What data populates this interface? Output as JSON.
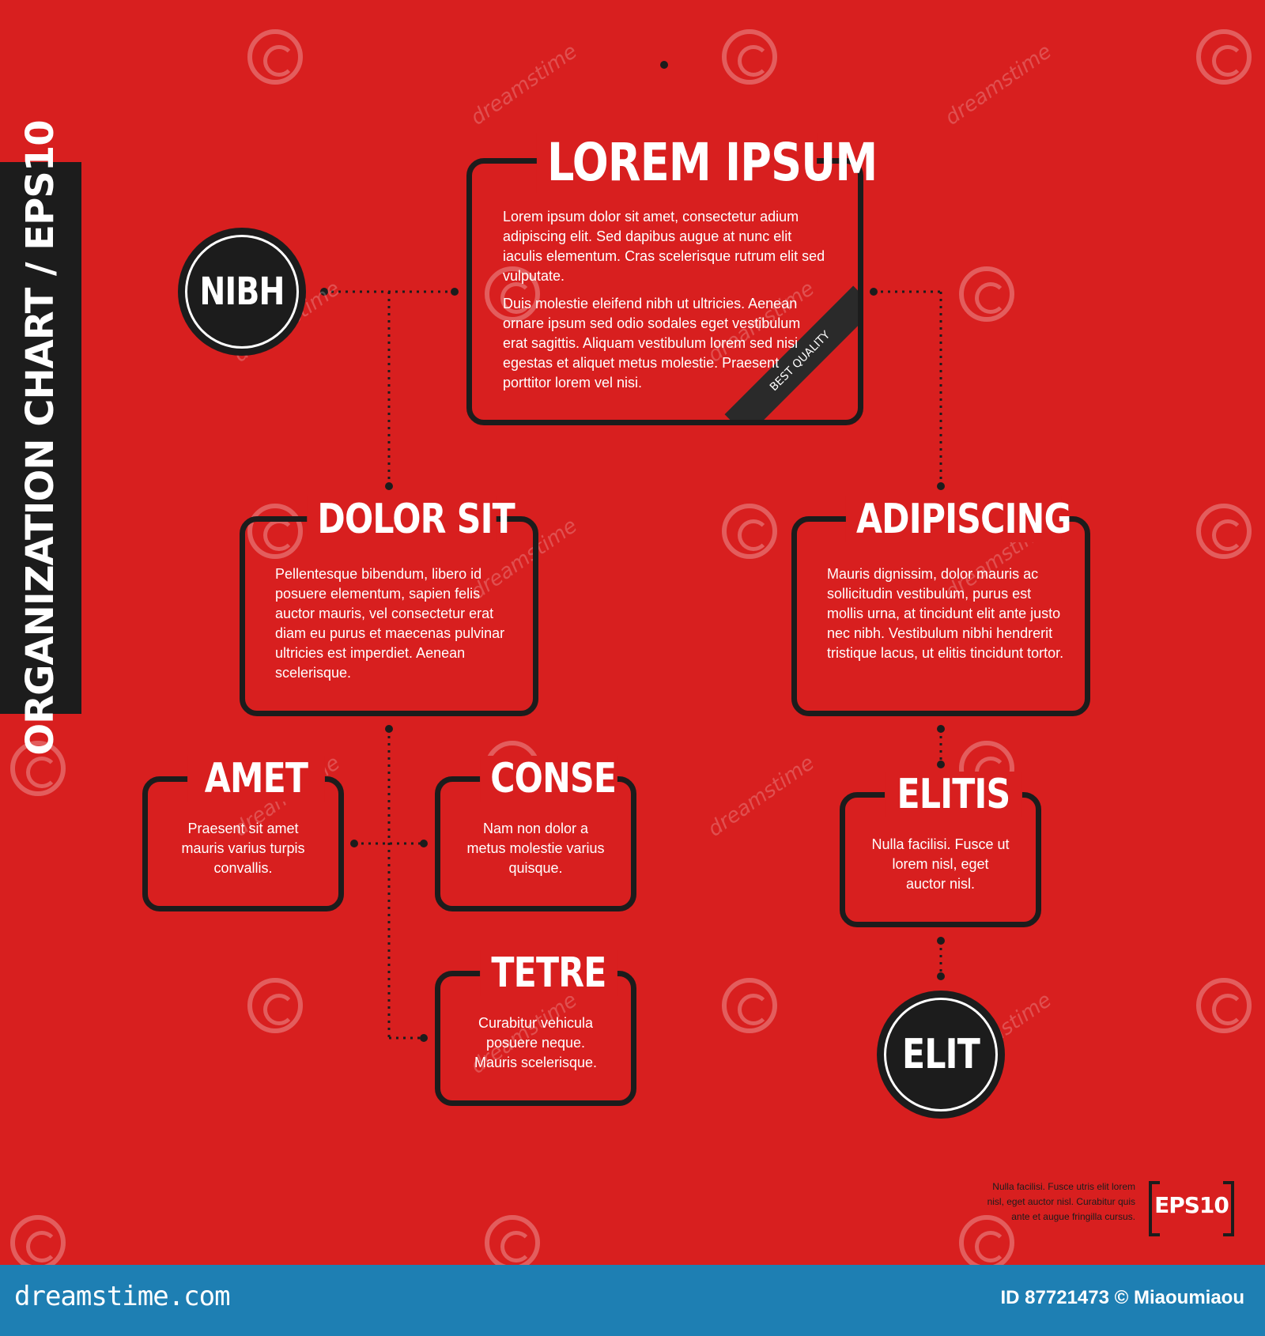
{
  "side_label": "ORGANIZATION CHART / EPS10",
  "nodes": {
    "lorem": {
      "title": "LOREM IPSUM",
      "p1": "Lorem ipsum dolor sit amet, consectetur adium adipiscing elit. Sed dapibus augue at nunc elit iaculis elementum. Cras scelerisque rutrum elit sed vulputate.",
      "p2": "Duis molestie eleifend nibh ut ultricies. Aenean ornare ipsum sed odio sodales eget vestibulum erat sagittis. Aliquam vestibulum lorem sed nisi egestas et aliquet metus molestie. Praesent porttitor lorem vel nisi."
    },
    "dolor": {
      "title": "DOLOR SIT",
      "body": "Pellentesque bibendum, libero id posuere elementum, sapien felis auctor mauris, vel consectetur erat diam eu purus et maecenas pulvinar ultricies est imperdiet. Aenean scelerisque."
    },
    "adipiscing": {
      "title": "ADIPISCING",
      "body": "Mauris dignissim, dolor mauris ac sollicitudin vestibulum, purus est mollis urna, at tincidunt elit ante justo nec nibh. Vestibulum nibhi hendrerit tristique lacus, ut elitis tincidunt tortor."
    },
    "amet": {
      "title": "AMET",
      "body": "Praesent sit amet mauris varius turpis convallis."
    },
    "conse": {
      "title": "CONSE",
      "body": "Nam non dolor a metus molestie varius quisque."
    },
    "tetre": {
      "title": "TETRE",
      "body": "Curabitur vehicula posuere neque. Mauris scelerisque."
    },
    "elitis": {
      "title": "ELITIS",
      "body": "Nulla facilisi. Fusce ut lorem nisl, eget auctor nisl."
    }
  },
  "circles": {
    "nibh": "NIBH",
    "elit": "ELIT"
  },
  "ribbon": "BEST QUALITY",
  "note": "Nulla facilisi. Fusce utris elit lorem nisl, eget auctor nisl. Curabitur quis ante et augue fringilla cursus.",
  "eps_badge": "EPS10",
  "watermark_text": "dreamstime",
  "footer": {
    "logo": "dreamstime.com",
    "id": "ID 87721473 © Miaoumiaou"
  },
  "colors": {
    "background": "#d81f1f",
    "dark": "#1c1c1c",
    "footer": "#1e7fb3",
    "text": "#ffffff"
  }
}
